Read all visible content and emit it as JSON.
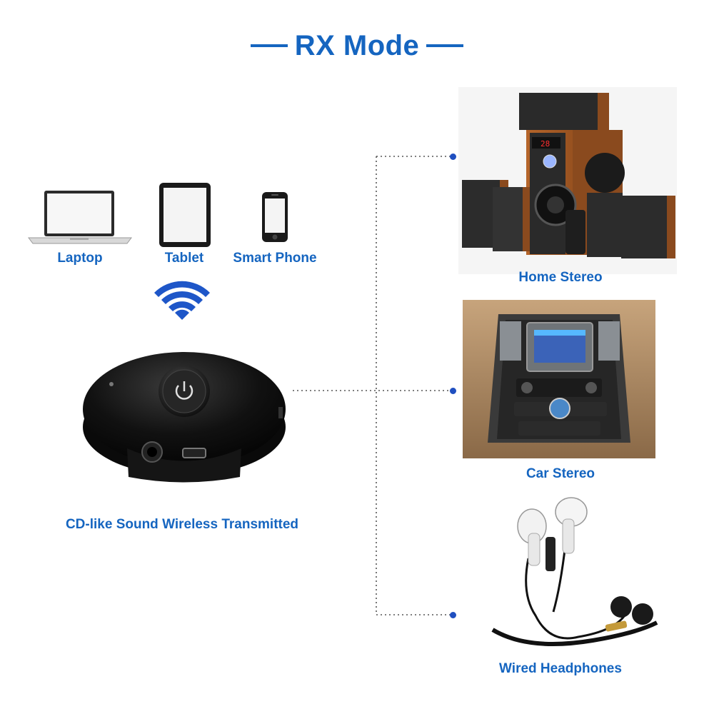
{
  "title": "RX Mode",
  "sources": {
    "laptop": "Laptop",
    "tablet": "Tablet",
    "phone": "Smart Phone"
  },
  "device_caption": "CD-like Sound Wireless Transmitted",
  "outputs": {
    "home_stereo": "Home Stereo",
    "car_stereo": "Car Stereo",
    "headphones": "Wired Headphones"
  },
  "colors": {
    "accent": "#1565c0",
    "dot": "#1f4fc0"
  }
}
